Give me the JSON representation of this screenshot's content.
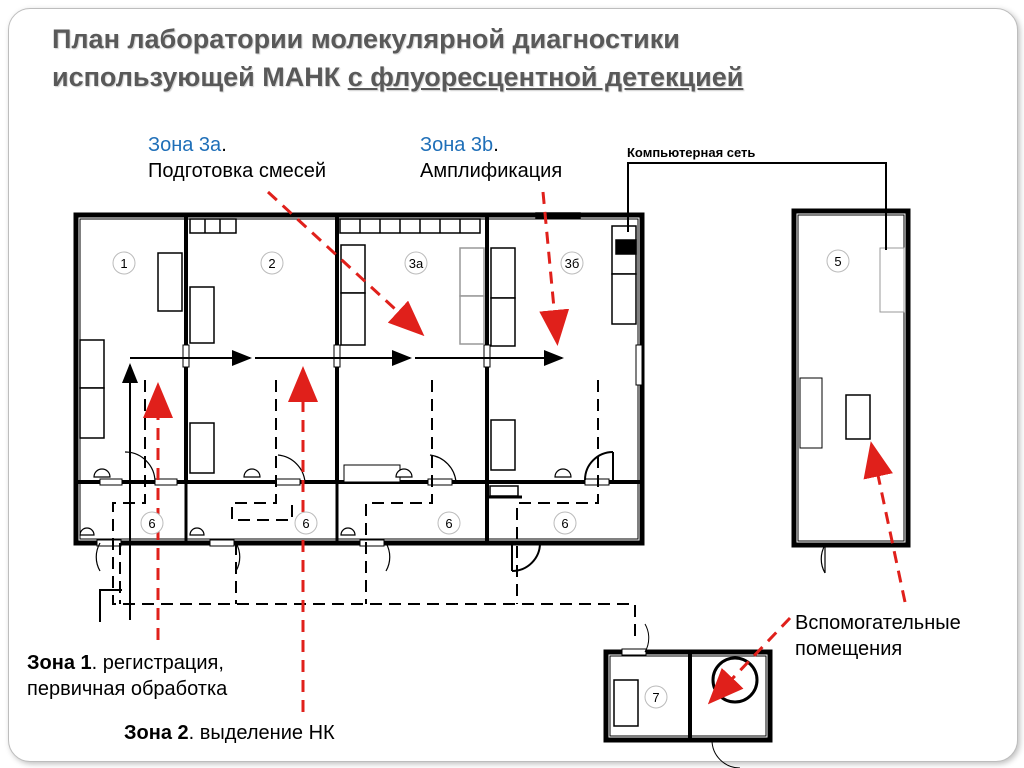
{
  "title": {
    "line1": "План лаборатории молекулярной диагностики",
    "line2_plain": "использующей МАНК ",
    "line2_underlined": "с флуоресцентной детекцией"
  },
  "zones": {
    "zone3a": {
      "name": "Зона 3а",
      "dot": ".",
      "desc": "Подготовка смесей"
    },
    "zone3b": {
      "name": "Зона 3b",
      "dot": ".",
      "desc": "Амплификация"
    },
    "zone1": {
      "name": "Зона 1",
      "desc": ". регистрация,",
      "desc2": "первичная обработка"
    },
    "zone2": {
      "name": "Зона 2",
      "desc": ". выделение НК"
    }
  },
  "network_label": "Компьютерная сеть",
  "aux_label": {
    "line1": "Вспомогательные",
    "line2": "помещения"
  },
  "rooms": {
    "r1": "1",
    "r2": "2",
    "r3a": "3а",
    "r3b": "3б",
    "r5": "5",
    "r6a": "6",
    "r6b": "6",
    "r6c": "6",
    "r6d": "6",
    "r7": "7"
  },
  "colors": {
    "title": "#595959",
    "zone_blue": "#1f6fb8",
    "arrow_red": "#e0201b",
    "wall": "#000000"
  }
}
